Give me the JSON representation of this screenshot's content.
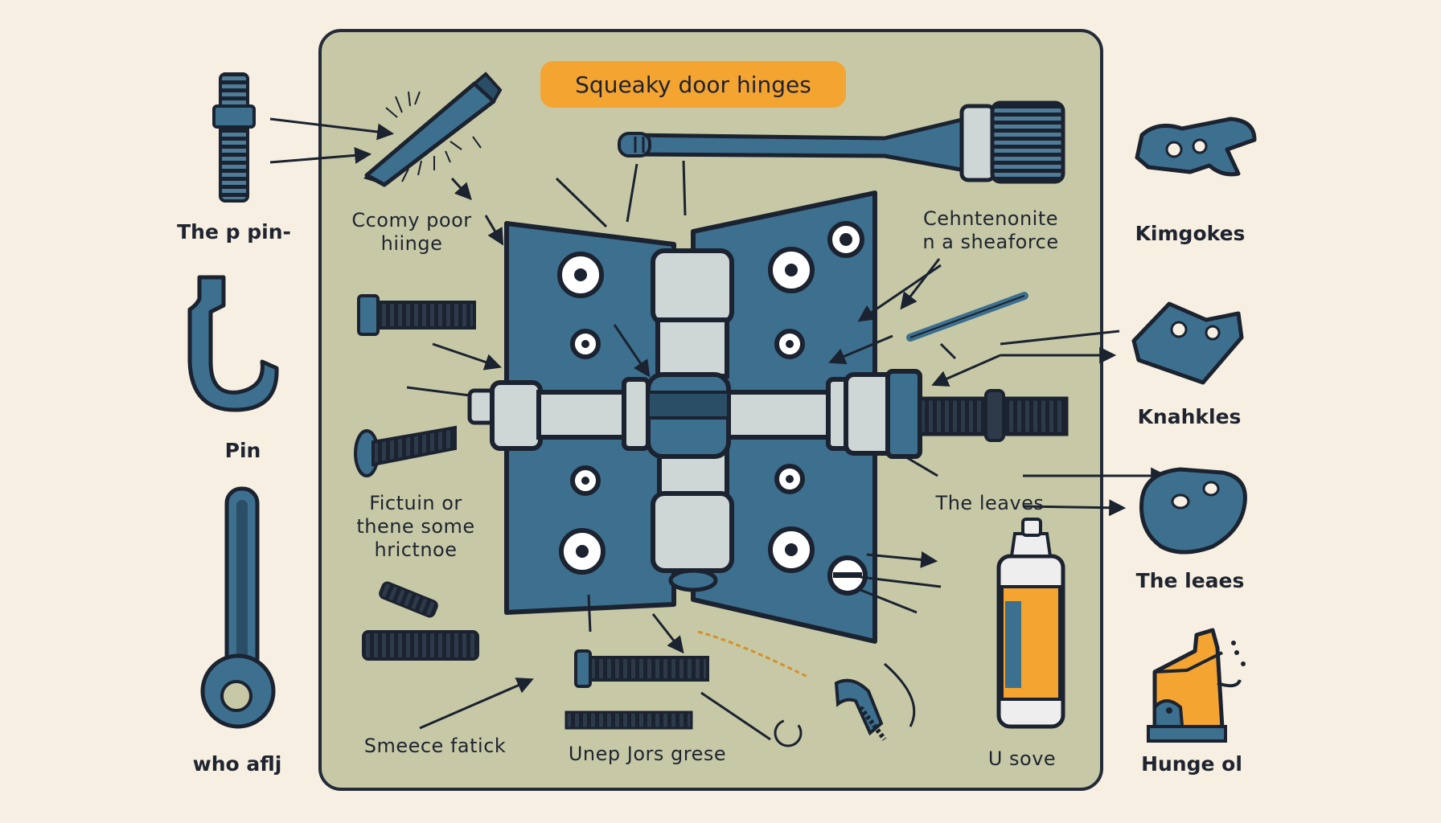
{
  "title": "Squeaky door hinges",
  "labels": {
    "the_pin_top": "The p pin-",
    "pin": "Pin",
    "who_afly": "who aflj",
    "creamy_poor_hinge": "Ccomy poor\nhiinge",
    "centennial": "Cehntenonite\nn a sheaforce",
    "friction": "Fictuin or\nthene some\nhrictnoe",
    "the_leaves_mid": "The leaves",
    "smeece_fatick": "Smeece fatick",
    "unep_jors_grese": "Unep Jors grese",
    "u_sove": "U sove",
    "kimgokes": "Kimgokes",
    "knahkles": "Knahkles",
    "the_leaes": "The leaes",
    "hunge_ol": "Hunge ol"
  },
  "colors": {
    "background": "#f7f0e2",
    "panel": "#c7c9a6",
    "panel_border": "#232a38",
    "steel_blue": "#3d6f8e",
    "dark_outline": "#1b2230",
    "chrome": "#cfd6d6",
    "accent_orange": "#f4a431"
  },
  "icons": [
    "threaded-pin-icon",
    "hook-icon",
    "wrench-icon",
    "pencil-icon",
    "hinge-pin-rod-icon",
    "door-hinge-icon",
    "screw-icon",
    "bolt-icon",
    "spring-icon",
    "spray-can-icon",
    "oil-can-icon",
    "bracket-icon",
    "plate-icon"
  ]
}
